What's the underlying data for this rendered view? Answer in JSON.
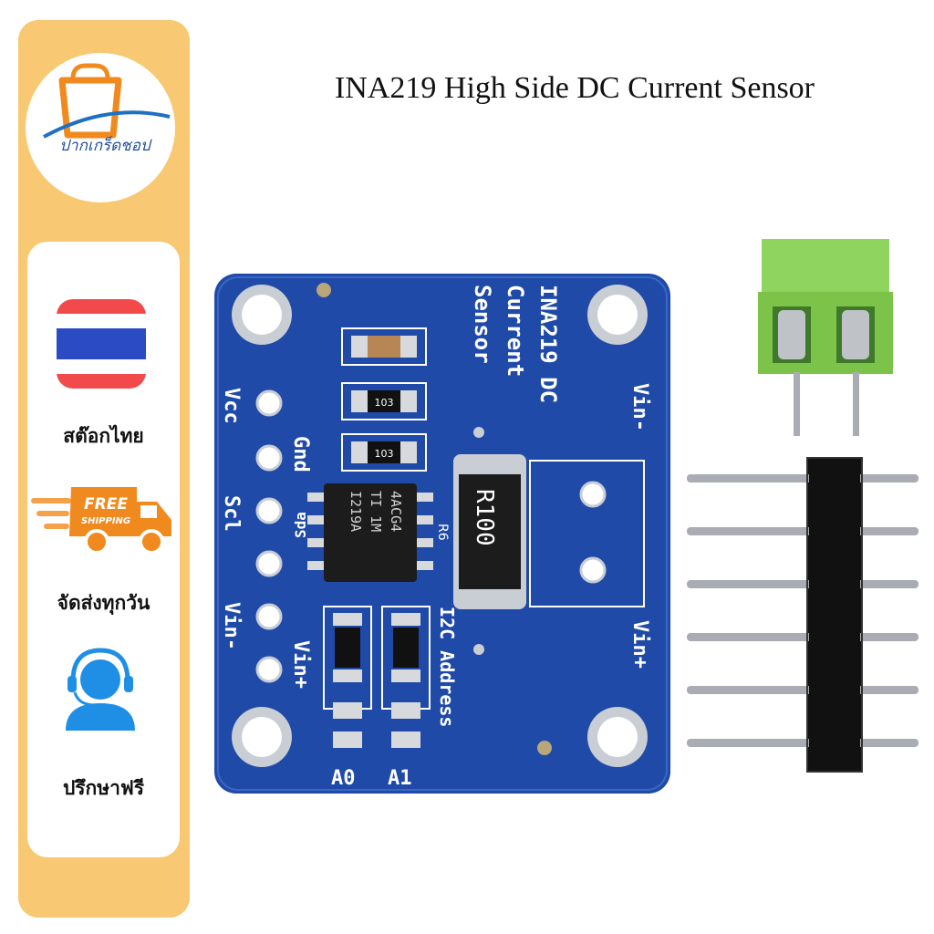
{
  "shop": {
    "name": "ปากเกร็ดชอป",
    "colors": {
      "accent": "#f8c872",
      "logo_orange": "#f08a1e",
      "logo_blue": "#1f6fc4"
    }
  },
  "badges": [
    {
      "icon": "thai-flag-icon",
      "label": "สต๊อกไทย"
    },
    {
      "icon": "delivery-truck-icon",
      "label": "จัดส่งทุกวัน",
      "icon_text_1": "FREE",
      "icon_text_2": "SHIPPING"
    },
    {
      "icon": "headset-support-icon",
      "label": "ปรึกษาฟรี"
    }
  ],
  "product": {
    "title": "INA219 High Side DC Current Sensor",
    "board_title": [
      "INA219 DC",
      "Current",
      "Sensor"
    ],
    "left_pins": [
      "Vcc",
      "Gnd",
      "Scl",
      "Sda",
      "Vin-",
      "Vin+"
    ],
    "right_labels": [
      "Vin-",
      "Vin+"
    ],
    "shunt_marking": "R100",
    "r_label": "R6",
    "chip_text": [
      "I219A",
      "TI 1M",
      "4ACG4"
    ],
    "resistor_code": "103",
    "address_label": "I2C Address",
    "address_pins": [
      "A0",
      "A1"
    ],
    "board_color": "#1f4aa8"
  }
}
